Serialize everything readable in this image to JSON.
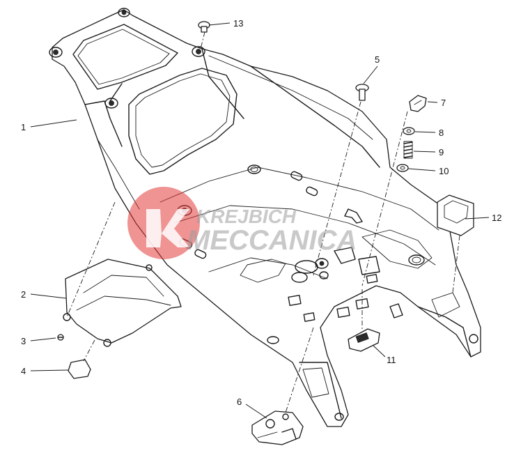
{
  "watermark": {
    "line1": "KREJBICH",
    "line2": "MECCANICA",
    "accent_color": "#e23b3b"
  },
  "callouts": [
    {
      "id": "1",
      "label": "1"
    },
    {
      "id": "2",
      "label": "2"
    },
    {
      "id": "3",
      "label": "3"
    },
    {
      "id": "4",
      "label": "4"
    },
    {
      "id": "5",
      "label": "5"
    },
    {
      "id": "6",
      "label": "6"
    },
    {
      "id": "7",
      "label": "7"
    },
    {
      "id": "8",
      "label": "8"
    },
    {
      "id": "9",
      "label": "9"
    },
    {
      "id": "10",
      "label": "10"
    },
    {
      "id": "11",
      "label": "11"
    },
    {
      "id": "12",
      "label": "12"
    },
    {
      "id": "13",
      "label": "13"
    }
  ]
}
